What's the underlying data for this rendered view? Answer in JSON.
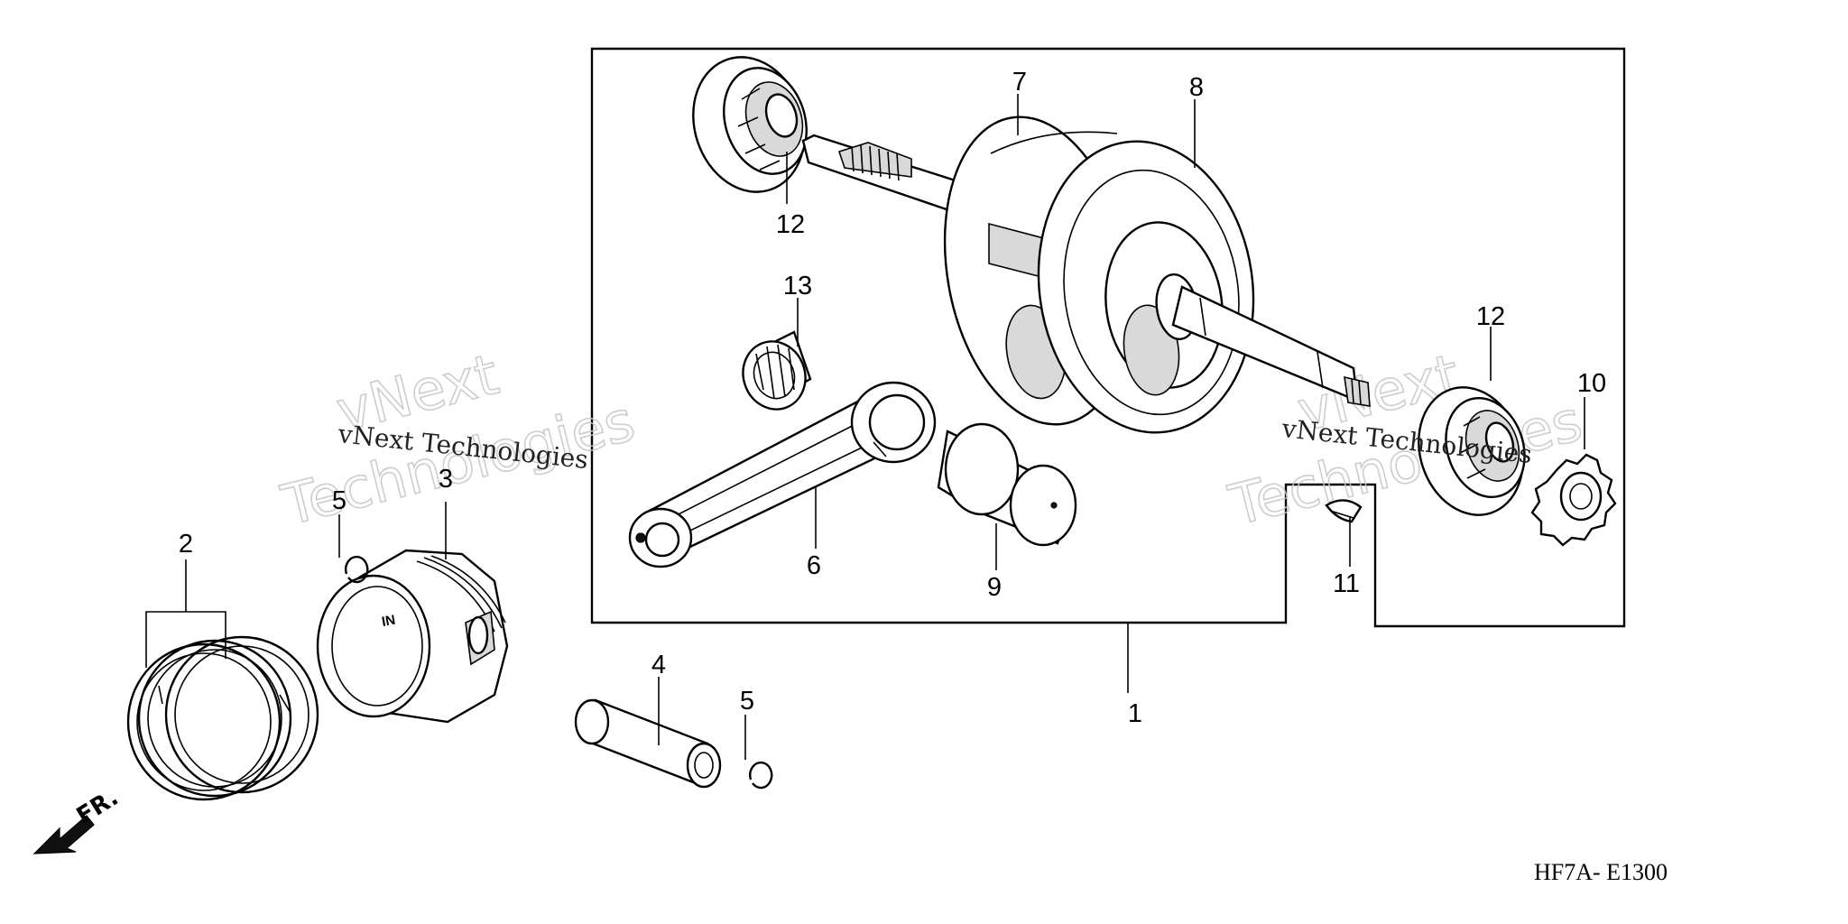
{
  "diagram": {
    "part_labels": {
      "p1": "1",
      "p2": "2",
      "p3": "3",
      "p4": "4",
      "p5a": "5",
      "p5b": "5",
      "p6": "6",
      "p7": "7",
      "p8": "8",
      "p9": "9",
      "p10": "10",
      "p11": "11",
      "p12a": "12",
      "p12b": "12",
      "p13": "13"
    },
    "piston_mark": "IN",
    "front_arrow_label": "FR.",
    "diagram_code": "HF7A- E1300"
  },
  "watermarks": {
    "small_left": "vNext Technologies",
    "big_left_line1": "vNext",
    "big_left_line2": "Technologies",
    "small_right": "vNext Technologies",
    "big_right_line1": "vNext",
    "big_right_line2": "Technologies"
  }
}
